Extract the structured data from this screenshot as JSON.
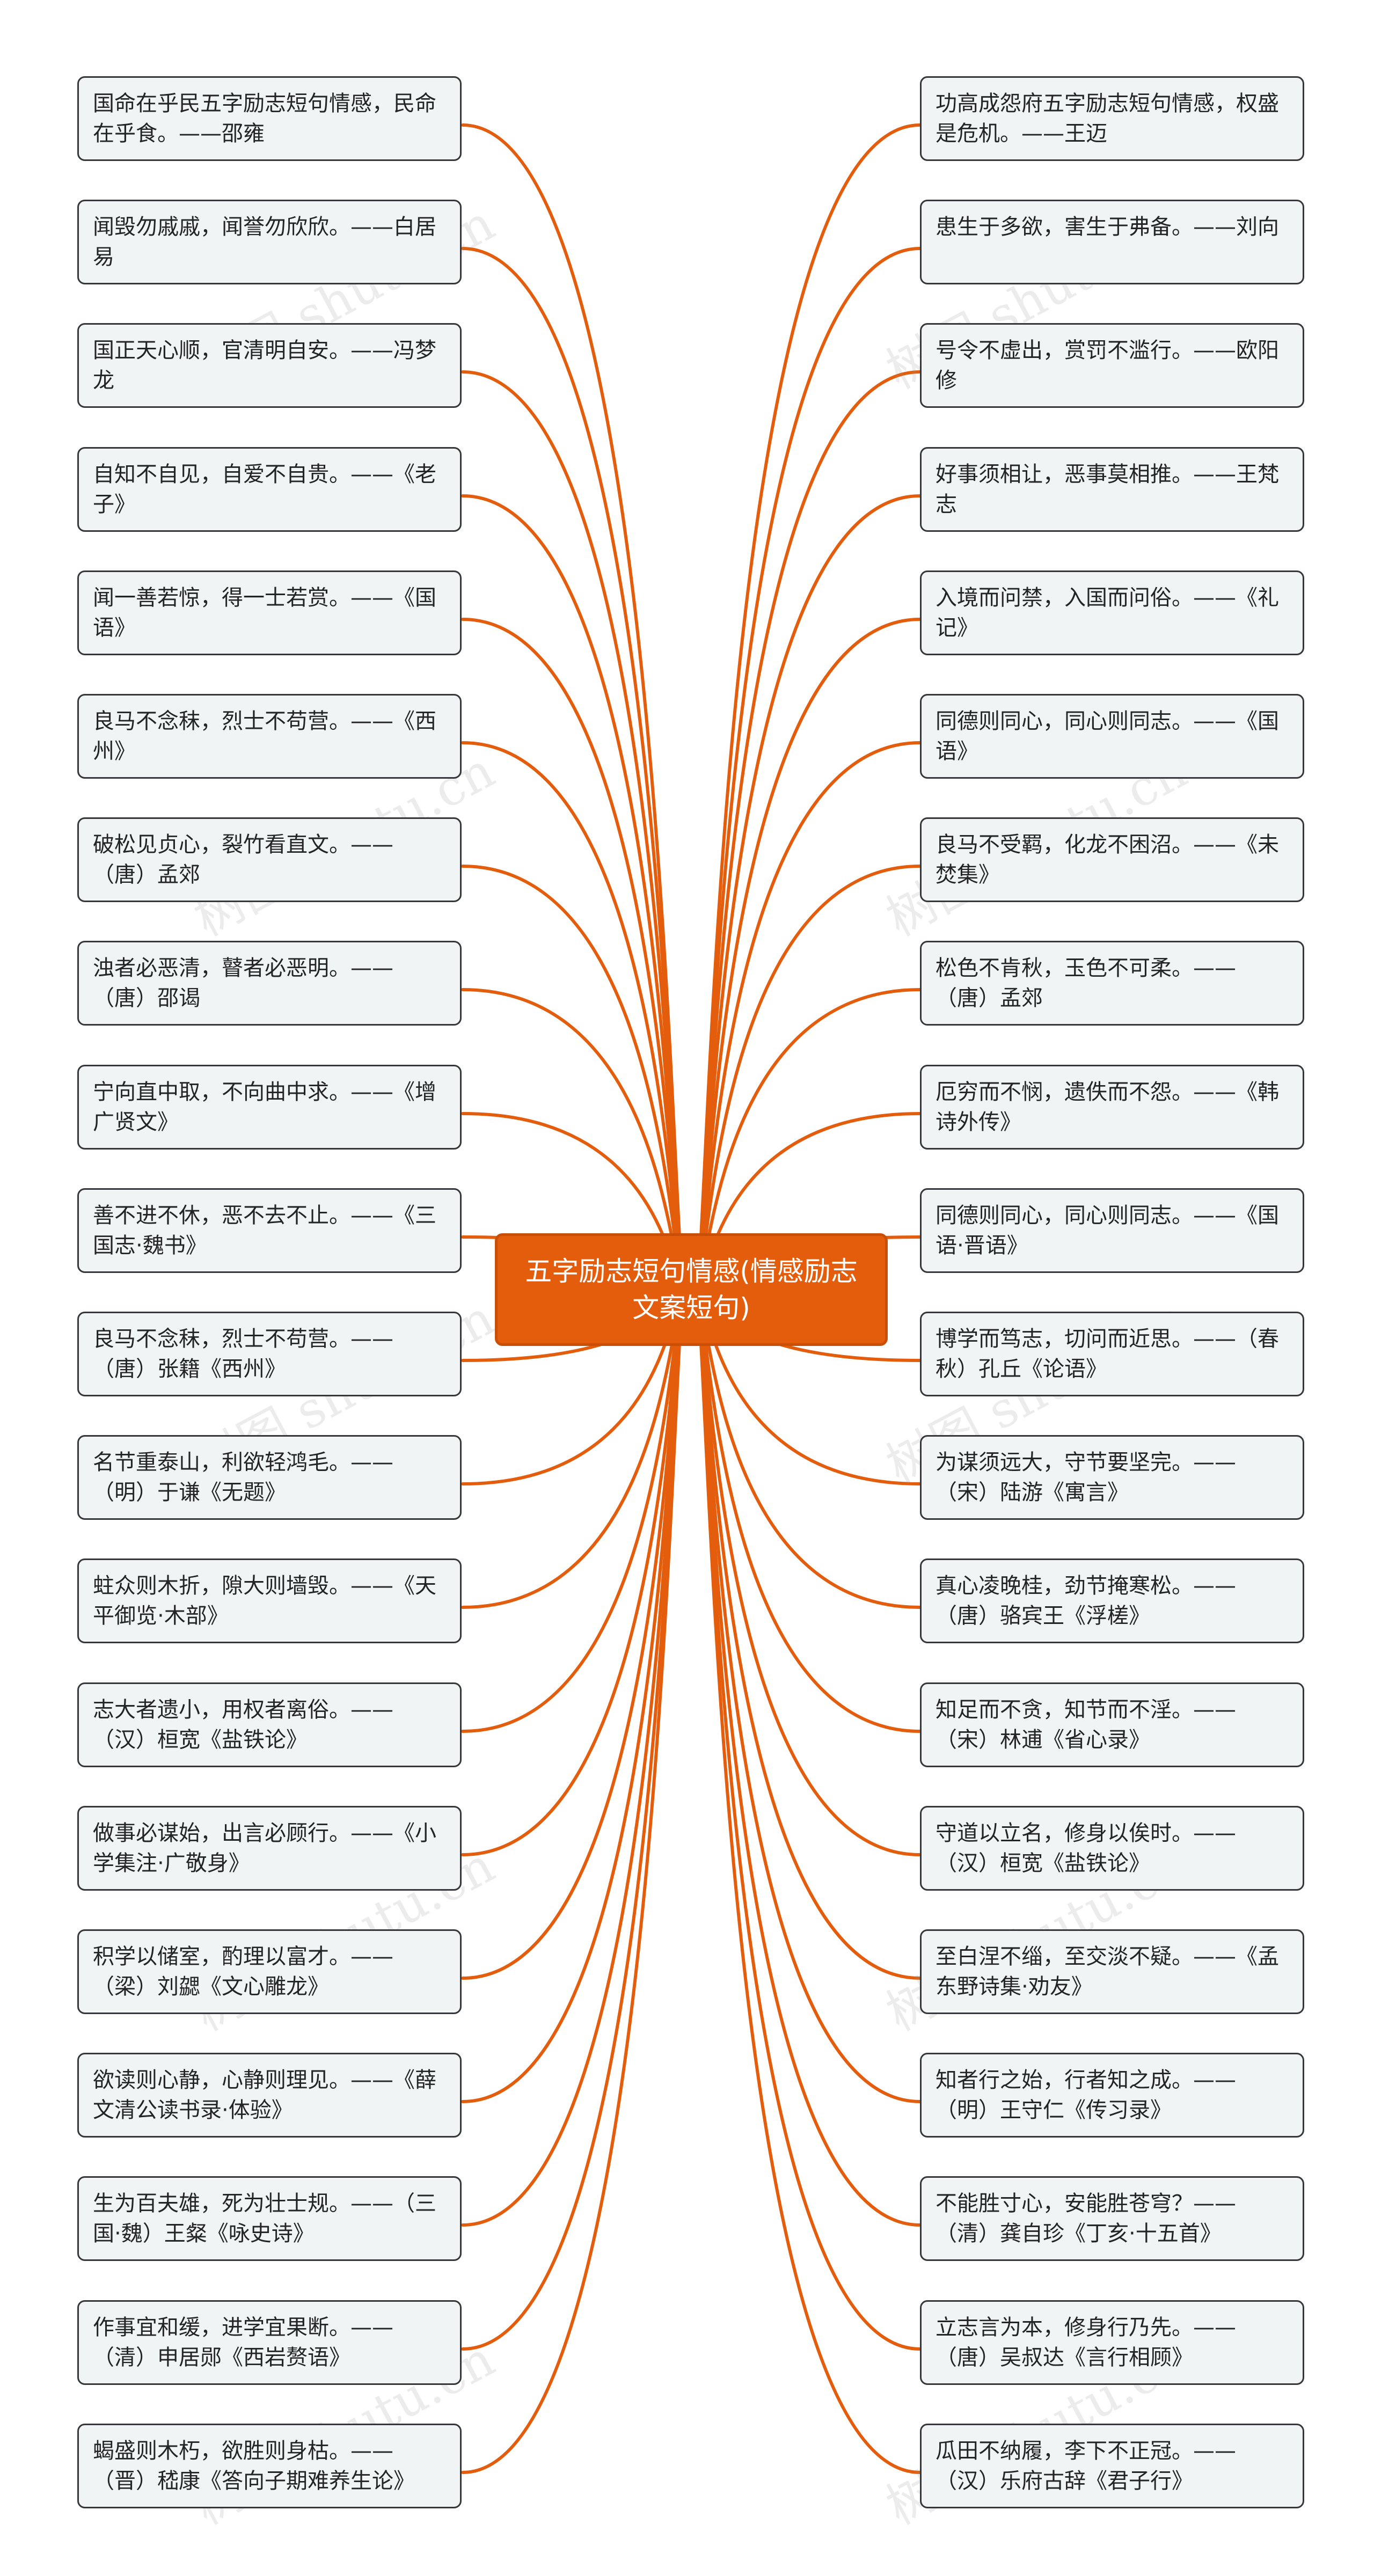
{
  "root": {
    "label": "五字励志短句情感(情感励志文案短句)"
  },
  "colors": {
    "connector": "#e35d0c",
    "root_fill": "#e35d0c",
    "node_fill": "#f1f4f5",
    "node_border": "#35373b"
  },
  "watermark": "树图 shutu.cn",
  "left_nodes": [
    "国命在乎民五字励志短句情感，民命在乎食。——邵雍",
    "闻毁勿戚戚，闻誉勿欣欣。——白居易",
    "国正天心顺，官清明自安。——冯梦龙",
    "自知不自见，自爱不自贵。——《老子》",
    "闻一善若惊，得一士若赏。——《国语》",
    "良马不念秣，烈士不苟营。——《西州》",
    "破松见贞心，裂竹看直文。——（唐）孟郊",
    "浊者必恶清，瞽者必恶明。——（唐）邵谒",
    "宁向直中取，不向曲中求。——《增广贤文》",
    "善不进不休，恶不去不止。——《三国志·魏书》",
    "良马不念秣，烈士不苟营。——（唐）张籍《西州》",
    "名节重泰山，利欲轻鸿毛。——（明）于谦《无题》",
    "蛀众则木折，隙大则墙毁。——《天平御览·木部》",
    "志大者遗小，用权者离俗。——（汉）桓宽《盐铁论》",
    "做事必谋始，出言必顾行。——《小学集注·广敬身》",
    "积学以储室，酌理以富才。——（梁）刘勰《文心雕龙》",
    "欲读则心静，心静则理见。——《薛文清公读书录·体验》",
    "生为百夫雄，死为壮士规。——（三国·魏）王粲《咏史诗》",
    "作事宜和缓，进学宜果断。——（清）申居郧《西岩赘语》",
    "蝎盛则木朽，欲胜则身枯。——（晋）嵇康《答向子期难养生论》"
  ],
  "right_nodes": [
    "功高成怨府五字励志短句情感，权盛是危机。——王迈",
    "患生于多欲，害生于弗备。——刘向",
    "号令不虚出，赏罚不滥行。——欧阳修",
    "好事须相让，恶事莫相推。——王梵志",
    "入境而问禁，入国而问俗。——《礼记》",
    "同德则同心，同心则同志。——《国语》",
    "良马不受羁，化龙不困沼。——《未焚集》",
    "松色不肯秋，玉色不可柔。——（唐）孟郊",
    "厄穷而不悯，遗佚而不怨。——《韩诗外传》",
    "同德则同心，同心则同志。——《国语·晋语》",
    "博学而笃志，切问而近思。——（春秋）孔丘《论语》",
    "为谋须远大，守节要坚完。——（宋）陆游《寓言》",
    "真心凌晚桂，劲节掩寒松。——（唐）骆宾王《浮槎》",
    "知足而不贪，知节而不淫。——（宋）林逋《省心录》",
    "守道以立名，修身以俟时。——（汉）桓宽《盐铁论》",
    "至白涅不缁，至交淡不疑。——《孟东野诗集·劝友》",
    "知者行之始，行者知之成。——（明）王守仁《传习录》",
    "不能胜寸心，安能胜苍穹？——（清）龚自珍《丁亥·十五首》",
    "立志言为本，修身行乃先。——（唐）吴叔达《言行相顾》",
    "瓜田不纳履，李下不正冠。——（汉）乐府古辞《君子行》"
  ]
}
